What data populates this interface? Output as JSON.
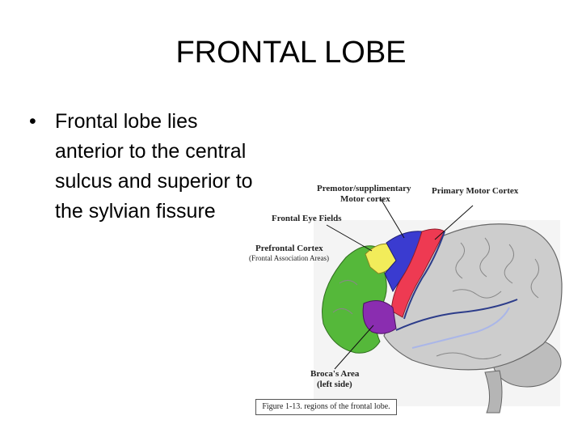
{
  "slide": {
    "title": "FRONTAL LOBE",
    "bullet": "Frontal lobe lies anterior to the central sulcus and superior to the sylvian fissure",
    "bullet_lines": [
      "Frontal lobe lies",
      "anterior to the central",
      "sulcus and superior to",
      "the sylvian fissure"
    ]
  },
  "figure": {
    "labels": {
      "premotor_line1": "Premotor/supplimentary",
      "premotor_line2": "Motor cortex",
      "primary_motor": "Primary Motor Cortex",
      "frontal_eye": "Frontal Eye Fields",
      "prefrontal": "Prefrontal Cortex",
      "prefrontal_sub": "(Frontal Association Areas)",
      "broca_line1": "Broca's Area",
      "broca_line2": "(left side)"
    },
    "caption": "Figure 1-13.  regions of the frontal lobe.",
    "region_colors": {
      "prefrontal": "#55b83a",
      "frontal_eye": "#f2ec5a",
      "premotor": "#3a3bd0",
      "primary_motor": "#ee3a52",
      "broca": "#8a2db0",
      "rest_of_brain": "#c9c9c9"
    }
  }
}
